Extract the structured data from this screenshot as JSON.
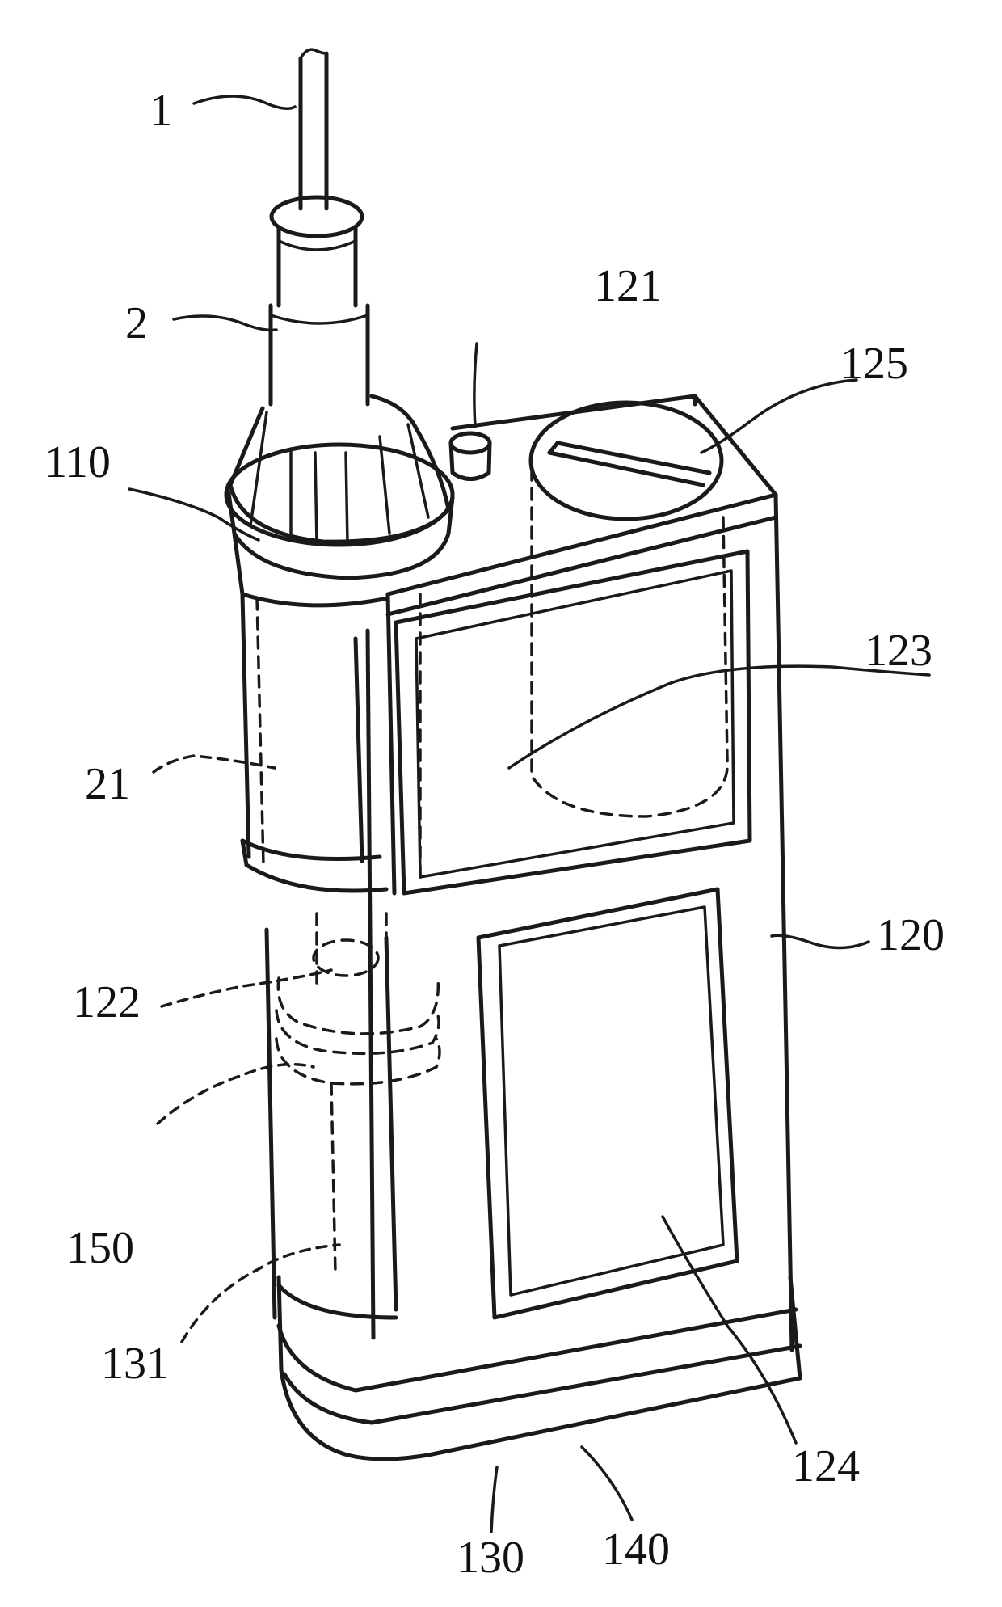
{
  "labels": {
    "l1": "1",
    "l2": "2",
    "l21": "21",
    "l110": "110",
    "l120": "120",
    "l121": "121",
    "l122": "122",
    "l123": "123",
    "l124": "124",
    "l125": "125",
    "l130": "130",
    "l131": "131",
    "l140": "140",
    "l150": "150"
  }
}
